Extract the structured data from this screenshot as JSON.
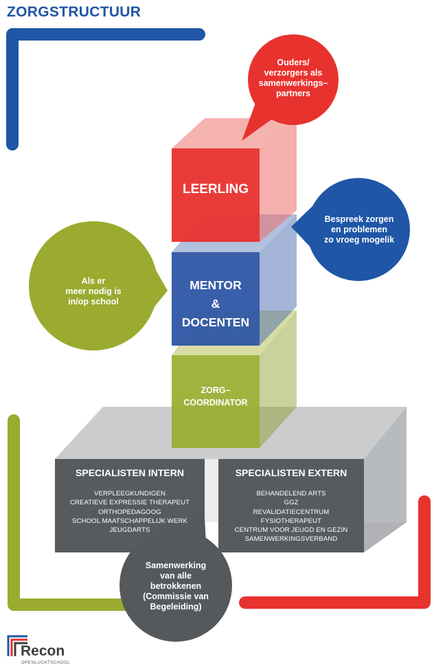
{
  "title": "ZORGSTRUCTUUR",
  "boxes": {
    "leerling": "LEERLING",
    "mentor": [
      "MENTOR",
      "&",
      "DOCENTEN"
    ],
    "zorg": [
      "ZORG–",
      "COORDINATOR"
    ]
  },
  "bubbles": {
    "ouders": [
      "Ouders/",
      "verzorgers als",
      "samenwerkings–",
      "partners"
    ],
    "bespreek": [
      "Bespreek zorgen",
      "en problemen",
      "zo vroeg mogelik"
    ],
    "als_er": [
      "Als er",
      "meer nodig is",
      "in/op school"
    ],
    "samenwerking": [
      "Samenwerking",
      "van alle",
      "betrokkenen",
      "(Commissie van",
      "Begeleiding)"
    ]
  },
  "specialisten_intern": {
    "heading": "SPECIALISTEN INTERN",
    "items": [
      "VERPLEEGKUNDIGEN",
      "CREATIEVE EXPRESSIE THERAPEUT",
      "ORTHOPEDAGOOG",
      "SCHOOL MAATSCHAPPELIJK WERK",
      "JEUGDARTS"
    ]
  },
  "specialisten_extern": {
    "heading": "SPECIALISTEN EXTERN",
    "items": [
      "BEHANDELEND ARTS",
      "GGZ",
      "REVALIDATIECENTRUM",
      "FYSIOTHERAPEUT",
      "CENTRUM VOOR JEUGD EN GEZIN",
      "SAMENWERKINGSVERBAND"
    ]
  },
  "logo": {
    "name": "Recon",
    "sub": "OPENLUCHTSCHOOL"
  },
  "colors": {
    "blue": "#1f56a6",
    "red": "#e8322e",
    "olive": "#9aab2f",
    "grey": "#585b5e",
    "bubble_grey": "#55595c"
  }
}
